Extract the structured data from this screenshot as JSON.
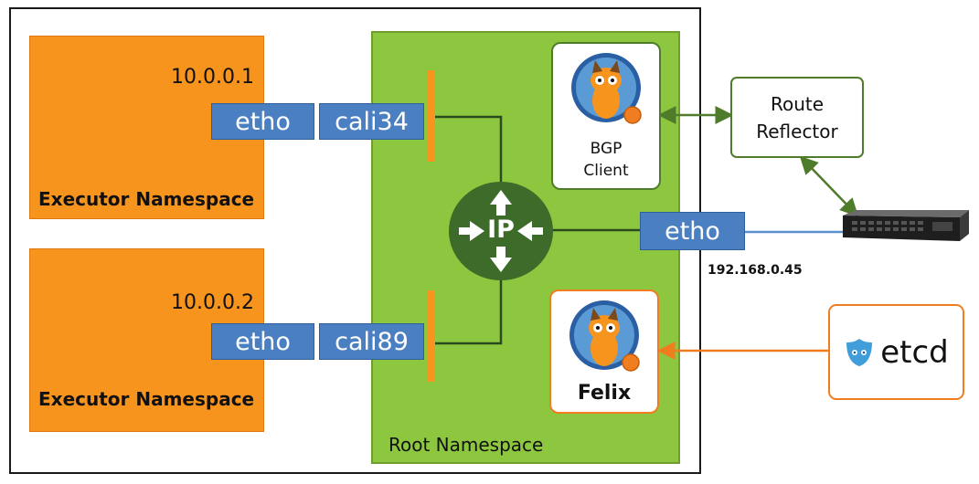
{
  "executors": [
    {
      "ip": "10.0.0.1",
      "label": "Executor Namespace",
      "eth": "etho",
      "cali": "cali34"
    },
    {
      "ip": "10.0.0.2",
      "label": "Executor Namespace",
      "eth": "etho",
      "cali": "cali89"
    }
  ],
  "root": {
    "label": "Root Namespace",
    "router_label": "IP",
    "uplink": "etho",
    "uplink_ip": "192.168.0.45"
  },
  "bgp_client": {
    "line1": "BGP",
    "line2": "Client"
  },
  "felix": {
    "label": "Felix"
  },
  "route_reflector": {
    "line1": "Route",
    "line2": "Reflector"
  },
  "etcd": {
    "label": "etcd"
  },
  "colors": {
    "executor": "#f7941d",
    "root": "#8dc63f",
    "interface": "#4a7fc1",
    "router": "#3d6b2a",
    "bgp_link": "#4f7c2a",
    "etcd_link": "#f07d1f",
    "uplink": "#5b8fd0"
  },
  "icons": [
    "calico-cat-icon",
    "calico-cat-icon",
    "etcd-logo-icon",
    "rack-switch-icon",
    "router-arrows-icon"
  ]
}
